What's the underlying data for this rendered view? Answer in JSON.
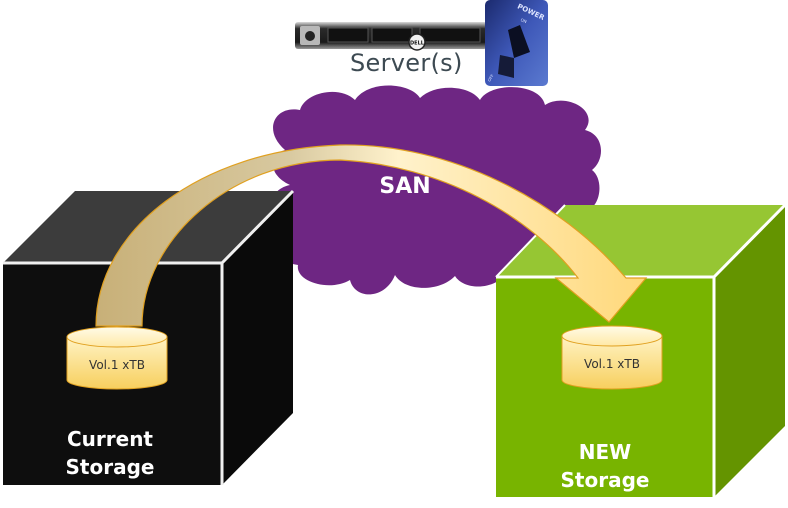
{
  "diagram": {
    "type": "storage-migration",
    "server": {
      "caption": "Server(s)",
      "chassis_logo": "DELL",
      "power_switch": {
        "title": "POWER",
        "on_label": "ON",
        "off_label": "OFF"
      }
    },
    "network": {
      "label": "SAN",
      "color": "#6e2683"
    },
    "source": {
      "label_line1": "Current",
      "label_line2": "Storage",
      "volume_label": "Vol.1 xTB",
      "colors": {
        "front": "#0c0c0c",
        "top": "#3c3c3c",
        "side": "#0a0a0a"
      }
    },
    "target": {
      "label_line1": "NEW",
      "label_line2": "Storage",
      "volume_label": "Vol.1 xTB",
      "colors": {
        "front": "#78b400",
        "top": "#96c633",
        "side": "#649400"
      }
    },
    "migration_arrow": {
      "from": "source.volume",
      "to": "target.volume",
      "direction": "left-to-right"
    }
  }
}
